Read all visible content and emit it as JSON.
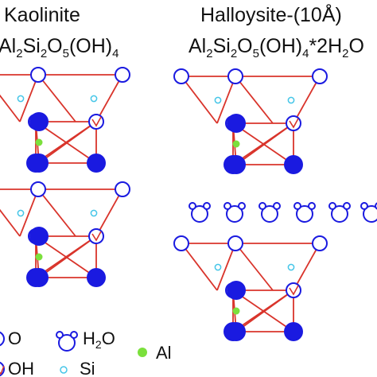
{
  "colors": {
    "bond": "#d9342b",
    "oxygen": "#1a1ae0",
    "silicon": "#46c6e8",
    "aluminium": "#7be03c",
    "text": "#111111"
  },
  "kaolinite": {
    "title": "Kaolinite",
    "formula": {
      "base": "Al",
      "sub1": "2",
      "si": "Si",
      "sub2": "2",
      "o": "O",
      "sub3": "5",
      "oh": "(OH)",
      "sub4": "4"
    }
  },
  "halloysite": {
    "title": "Halloysite-(10Å)",
    "formula": {
      "base": "Al",
      "sub1": "2",
      "si": "Si",
      "sub2": "2",
      "o": "O",
      "sub3": "5",
      "oh": "(OH)",
      "sub4": "4",
      "tail": "*2H",
      "sub5": "2",
      "tail2": "O"
    }
  },
  "legend": {
    "o_label": "O",
    "oh_label": "OH",
    "h2o_label": "H",
    "h2o_sub": "2",
    "h2o_tail": "O",
    "si_label": "Si",
    "al_label": "Al"
  }
}
